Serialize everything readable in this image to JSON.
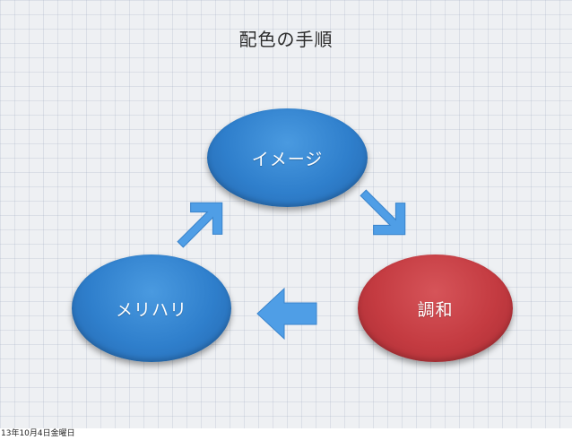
{
  "slide": {
    "title": "配色の手順",
    "nodes": {
      "image": "イメージ",
      "harmony": "調和",
      "contrast": "メリハリ"
    },
    "colors": {
      "node_blue": "#2f7fcc",
      "node_red": "#c43b41",
      "arrow": "#4f9ee6"
    }
  },
  "footer": {
    "timestamp": "13年10月4日金曜日"
  }
}
